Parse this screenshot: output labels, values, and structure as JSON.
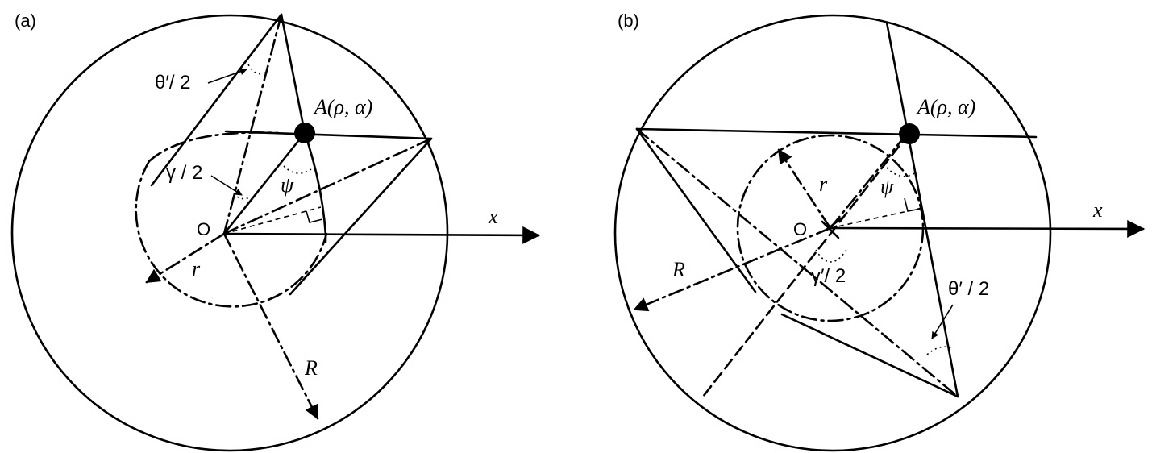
{
  "panel_a": {
    "tag": "(a)",
    "point": "A(ρ, α)",
    "theta": "θ′/ 2",
    "gamma": "γ / 2",
    "psi": "ψ",
    "origin": "O",
    "r": "r",
    "R": "R",
    "x": "x"
  },
  "panel_b": {
    "tag": "(b)",
    "point": "A(ρ, α)",
    "theta": "θ′ / 2",
    "gamma": "γ′/ 2",
    "psi": "ψ",
    "origin": "O",
    "r": "r",
    "R": "R",
    "x": "x"
  }
}
